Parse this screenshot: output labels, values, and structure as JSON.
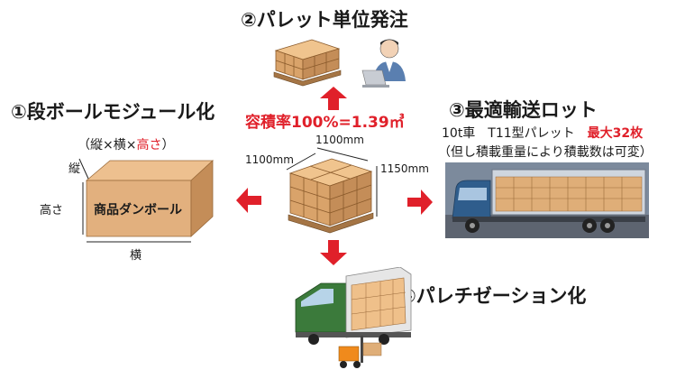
{
  "steps": {
    "pallet_order": {
      "label": "②パレット単位発注"
    },
    "cardboard": {
      "label": "①段ボールモジュール化",
      "dims_open": "（縦×横×",
      "dims_height": "高さ",
      "dims_close": "）",
      "tate": "縦",
      "takasa": "高さ",
      "yoko": "横",
      "box_label": "商品ダンボール"
    },
    "optimal_lot": {
      "label": "③最適輸送ロット",
      "line1_prefix": "10t車　T11型パレット　",
      "line1_highlight": "最大32枚",
      "line2": "（但し積載重量により積載数は可変）"
    },
    "palletization": {
      "label": "④パレチゼーション化"
    }
  },
  "center": {
    "capacity": "容積率100%=1.39㎥",
    "dim_top": "1100mm",
    "dim_left": "1100mm",
    "dim_right": "1150mm"
  },
  "colors": {
    "accent_red": "#e0202a",
    "box_tan": "#e2b07e",
    "box_dark": "#c48d58",
    "truck_blue": "#2f5d8c"
  }
}
